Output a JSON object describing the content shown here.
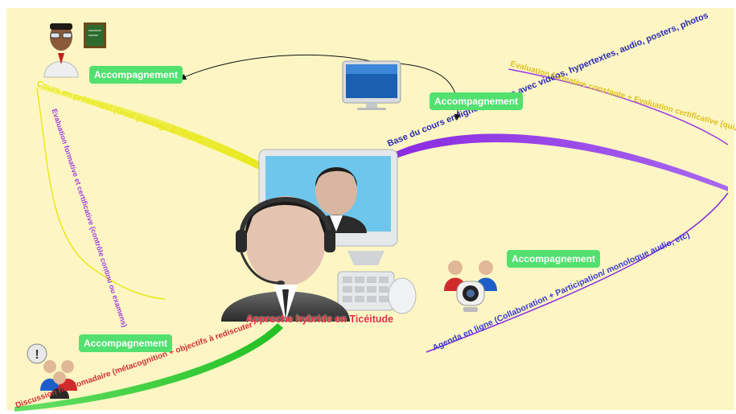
{
  "central_topic": "Approche hybride en Ticéitude",
  "branches": [
    {
      "id": "presentiel",
      "label": "Cours en présentiel (Oral/ passage à l'écrit)",
      "color": "#e8e81a"
    },
    {
      "id": "evaluation_left",
      "label": "Evaluation formative et certificative (contrôle continu ou examens)",
      "color": "#a040e0"
    },
    {
      "id": "base_en_ligne",
      "label": "Base du cours en ligne (Modules avec vidéos,  hypertextes, audio, posters, photos",
      "color": "#2a2ab0"
    },
    {
      "id": "evaluation_right",
      "label": "Evaluation formative  constante + Evaluation  certificative (quiz",
      "color": "#e0c020"
    },
    {
      "id": "agenda",
      "label": "Agenda  en ligne (Collaboration +  Participation/ monologue audio, etc)",
      "color": "#3a3ad0"
    },
    {
      "id": "discussion",
      "label": "Discussion hebdomadaire (métacognition + objectifs à rediscuter",
      "color": "#d03030"
    }
  ],
  "badges": {
    "top_left": "Accompagnement",
    "top_center": "Accompagnement",
    "right_mid": "Accompagnement",
    "bottom_left": "Accompagnement"
  },
  "colors": {
    "background": "#fdf6c4",
    "badge": "#52e06f",
    "central_text": "#e03030"
  }
}
